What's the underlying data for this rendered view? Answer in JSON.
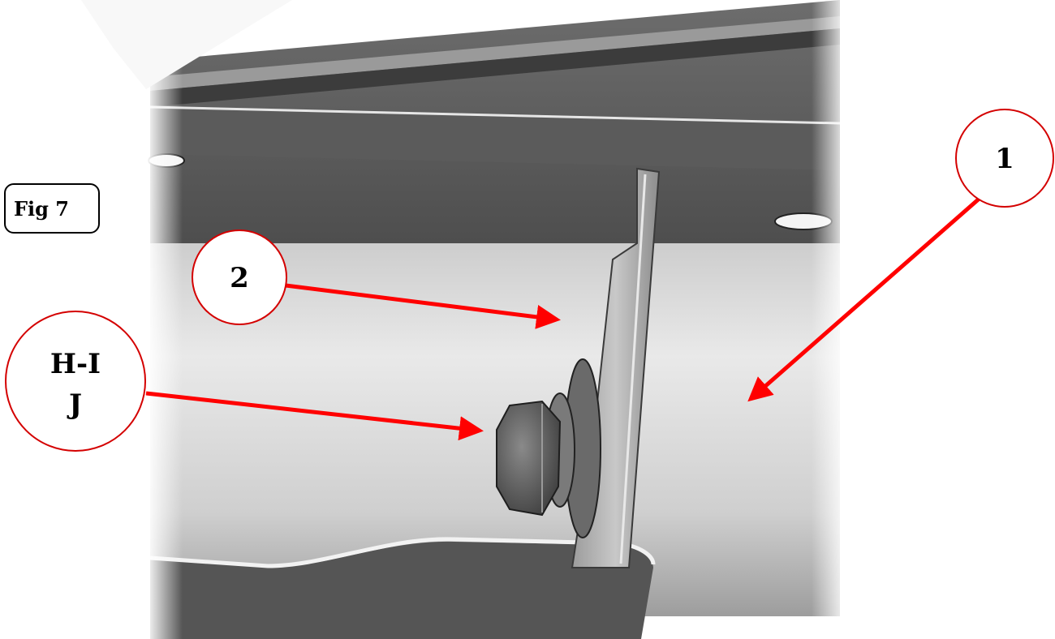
{
  "figure": {
    "label": "Fig 7"
  },
  "callouts": [
    {
      "id": "1",
      "lines": [
        "1"
      ]
    },
    {
      "id": "2",
      "lines": [
        "2"
      ]
    },
    {
      "id": "hij",
      "lines": [
        "H-I",
        "J"
      ]
    }
  ],
  "colors": {
    "callout_border": "#d40000",
    "arrow": "#ff0000",
    "text": "#000000"
  }
}
